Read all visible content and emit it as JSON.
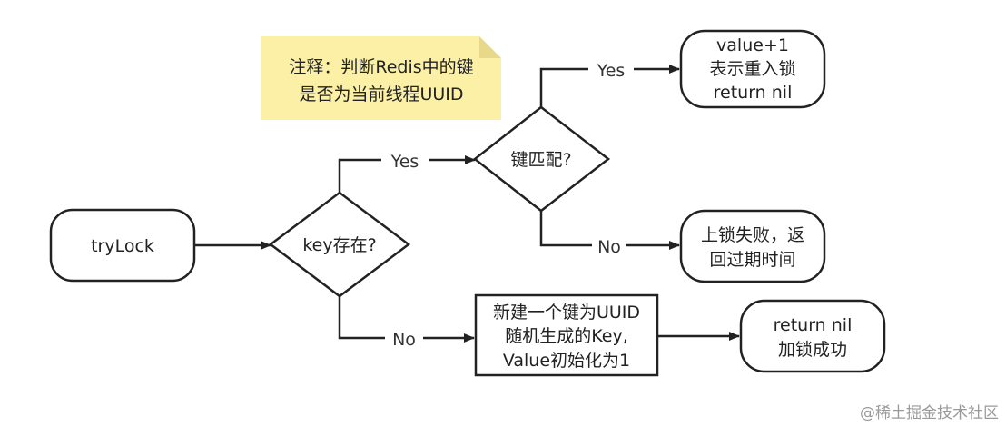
{
  "note": {
    "lines": [
      "注释：判断Redis中的键",
      "是否为当前线程UUID"
    ]
  },
  "nodes": {
    "trylock": {
      "label": "tryLock"
    },
    "key_exists": {
      "label": "key存在?"
    },
    "key_match": {
      "label": "键匹配?"
    },
    "reentrant": {
      "lines": [
        "value+1",
        "表示重入锁",
        "return nil"
      ]
    },
    "lock_fail": {
      "lines": [
        "上锁失败，返",
        "回过期时间"
      ]
    },
    "create_key": {
      "lines": [
        "新建一个键为UUID",
        "随机生成的Key,",
        "Value初始化为1"
      ]
    },
    "lock_success": {
      "lines": [
        "return nil",
        "加锁成功"
      ]
    }
  },
  "edges": {
    "exists_yes": "Yes",
    "exists_no": "No",
    "match_yes": "Yes",
    "match_no": "No"
  },
  "watermark": "@稀土掘金技术社区",
  "colors": {
    "note_fill": "#fbf0a6",
    "note_fold": "#e8d98a",
    "stroke": "#222222"
  }
}
